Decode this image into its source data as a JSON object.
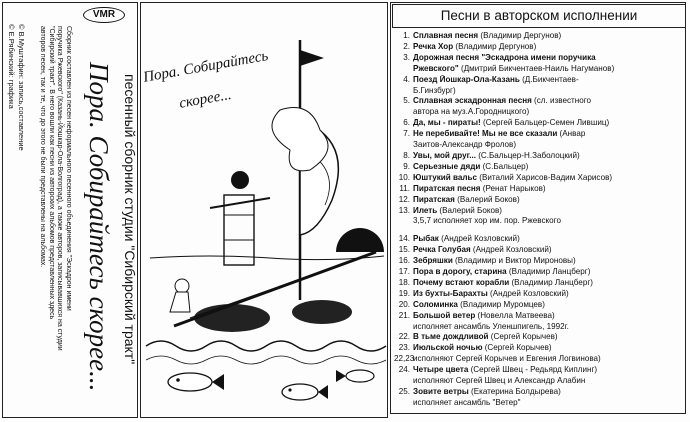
{
  "logo": "VMR",
  "spine": {
    "credits": [
      "Сборник составлен из песен неформального песенного объединения \"Эскадрон имени",
      "поручика Ржевского\" (Казань-Йошкар-Ола-Волгоград), а также авторов, записывавшихся на студии",
      "\"Сибирский тракт\". В него вошли как песни из авторских альбомов представленных здесь",
      "авторов песен, так и те, что до этого не были представлены на альбомах."
    ],
    "studio_line": "песенный сборник студии \"Сибирский тракт\"",
    "big_title": "Пора. Собирайтесь скорее...",
    "copyright_1": "© В.Муштафин: запись,составление",
    "copyright_2": "© Е.Рябинский: графика"
  },
  "cover": {
    "title_line1": "Пора. Собирайтесь",
    "title_line2": "скорее..."
  },
  "tracklist": {
    "heading": "Песни в авторском исполнении",
    "group1": [
      {
        "num": "1.",
        "title": "Сплавная песня",
        "rest": " (Владимир Дергунов)"
      },
      {
        "num": "2.",
        "title": "Речка Хор",
        "rest": " (Владимир Дергунов)"
      },
      {
        "num": "3.",
        "title": "Дорожная песня \"Эскадрона имени поручика",
        "rest": ""
      },
      {
        "num": "",
        "title": "Ржевского\"",
        "rest": " (Дмитрий Бикчентаев-Наиль Нагуманов)"
      },
      {
        "num": "4.",
        "title": "Поезд Йошкар-Ола-Казань",
        "rest": " (Д.Бикчентаев-"
      },
      {
        "num": "",
        "title": "",
        "rest": "Б.Гинзбург)"
      },
      {
        "num": "5.",
        "title": "Сплавная эскадронная песня",
        "rest": " (сл. известного"
      },
      {
        "num": "",
        "title": "",
        "rest": "автора на муз.А.Городницкого)"
      },
      {
        "num": "6.",
        "title": "Да, мы - пираты!",
        "rest": " (Сергей Бальцер-Семен Лившиц)"
      },
      {
        "num": "7.",
        "title": "Не перебивайте! Мы не все сказали",
        "rest": " (Анвар"
      },
      {
        "num": "",
        "title": "",
        "rest": "Заитов-Александр Фролов)"
      },
      {
        "num": "8.",
        "title": "Увы, мой друг...",
        "rest": " (С.Бальцер-Н.Заболоцкий)"
      },
      {
        "num": "9.",
        "title": "Серьезные дяди",
        "rest": " (С.Бальцер)"
      },
      {
        "num": "10.",
        "title": "Юштукий вальс",
        "rest": " (Виталий Харисов-Вадим Харисов)"
      },
      {
        "num": "11.",
        "title": "Пиратская песня",
        "rest": " (Ренат Нарыков)"
      },
      {
        "num": "12.",
        "title": "Пиратская",
        "rest": " (Валерий Боков)"
      },
      {
        "num": "13.",
        "title": "Илеть",
        "rest": " (Валерий Боков)"
      },
      {
        "num": "",
        "title": "",
        "rest": "3,5,7 исполняет хор им. пор. Ржевского"
      }
    ],
    "group2": [
      {
        "num": "14.",
        "title": "Рыбак",
        "rest": " (Андрей Козловский)"
      },
      {
        "num": "15.",
        "title": "Речка Голубая",
        "rest": " (Андрей Козловский)"
      },
      {
        "num": "16.",
        "title": "Зебряшки",
        "rest": " (Владимир и Виктор Мироновы)"
      },
      {
        "num": "17.",
        "title": "Пора в дорогу, старина",
        "rest": " (Владимир Ланцберг)"
      },
      {
        "num": "18.",
        "title": "Почему встают корабли",
        "rest": " (Владимир Ланцберг)"
      },
      {
        "num": "19.",
        "title": "Из бухты-Барахты",
        "rest": " (Андрей Козловский)"
      },
      {
        "num": "20.",
        "title": "Соломинка",
        "rest": " (Владимир Муромцев)"
      },
      {
        "num": "21.",
        "title": "Большой ветер",
        "rest": " (Новелла Матвеева)"
      },
      {
        "num": "",
        "title": "",
        "rest": "исполняет ансамбль Уленшпигель, 1992г."
      },
      {
        "num": "22.",
        "title": "В тьме дождливой",
        "rest": " (Сергей Корычев)"
      },
      {
        "num": "23.",
        "title": "Июльской ночью",
        "rest": " (Сергей Корычев)"
      },
      {
        "num": "22,23",
        "title": "",
        "rest": " исполняют Сергей Корычев и Евгения Логвинова)"
      },
      {
        "num": "24.",
        "title": "Четыре цвета",
        "rest": " (Сергей Швец - Редьярд Киплинг)"
      },
      {
        "num": "",
        "title": "",
        "rest": "исполняют Сергей Швец и Александр Алабин"
      },
      {
        "num": "25.",
        "title": "Зовите ветры",
        "rest": " (Екатерина Болдырева)"
      },
      {
        "num": "",
        "title": "",
        "rest": "исполняет ансамбль \"Ветер\""
      }
    ]
  }
}
